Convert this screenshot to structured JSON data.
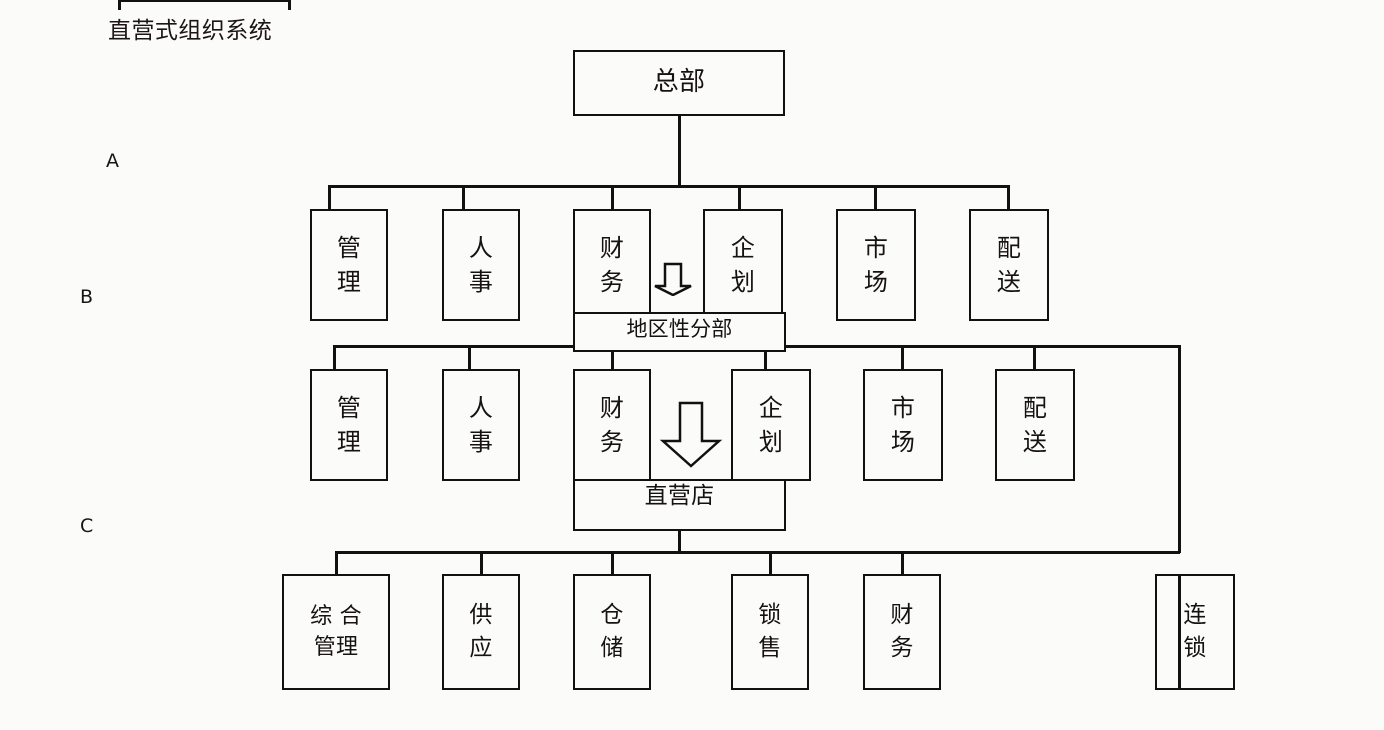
{
  "chart_data": {
    "type": "diagram",
    "diagram_kind": "organization-chart",
    "title": "直营式组织系统",
    "level_labels": [
      "A",
      "B",
      "C"
    ],
    "nodes": {
      "headquarters": "总部",
      "regional_branch": "地区性分部",
      "direct_store": "直营店",
      "level_b": [
        "管理",
        "人事",
        "财务",
        "企划",
        "市场",
        "配送"
      ],
      "level_c": [
        "管理",
        "人事",
        "财务",
        "企划",
        "市场",
        "配送"
      ],
      "level_d": [
        "综 合\n管理",
        "供\n应",
        "仓\n储",
        "锁\n售",
        "财\n务"
      ],
      "chain": "连\n锁"
    },
    "icons": {
      "arrow_small": "down-arrow-icon",
      "arrow_large": "down-arrow-icon"
    },
    "colors": {
      "stroke": "#111111",
      "background": "#fbfbfa",
      "text": "#16120f"
    }
  },
  "title": "直营式组织系统",
  "levels": [
    {
      "id": "A",
      "label": "A"
    },
    {
      "id": "B",
      "label": "B"
    },
    {
      "id": "C",
      "label": "C"
    }
  ],
  "hq": {
    "label": "总部"
  },
  "regional": {
    "label": "地区性分部"
  },
  "store": {
    "label": "直营店"
  },
  "rowB": [
    {
      "label": "管\n理"
    },
    {
      "label": "人\n事"
    },
    {
      "label": "财\n务"
    },
    {
      "label": "企\n划"
    },
    {
      "label": "市\n场"
    },
    {
      "label": "配\n送"
    }
  ],
  "rowC": [
    {
      "label": "管\n理"
    },
    {
      "label": "人\n事"
    },
    {
      "label": "财\n务"
    },
    {
      "label": "企\n划"
    },
    {
      "label": "市\n场"
    },
    {
      "label": "配\n送"
    }
  ],
  "rowD": [
    {
      "label": "综 合\n管理"
    },
    {
      "label": "供\n应"
    },
    {
      "label": "仓\n储"
    },
    {
      "label": "锁\n售"
    },
    {
      "label": "财\n务"
    }
  ],
  "chain": {
    "label": "连\n锁"
  }
}
